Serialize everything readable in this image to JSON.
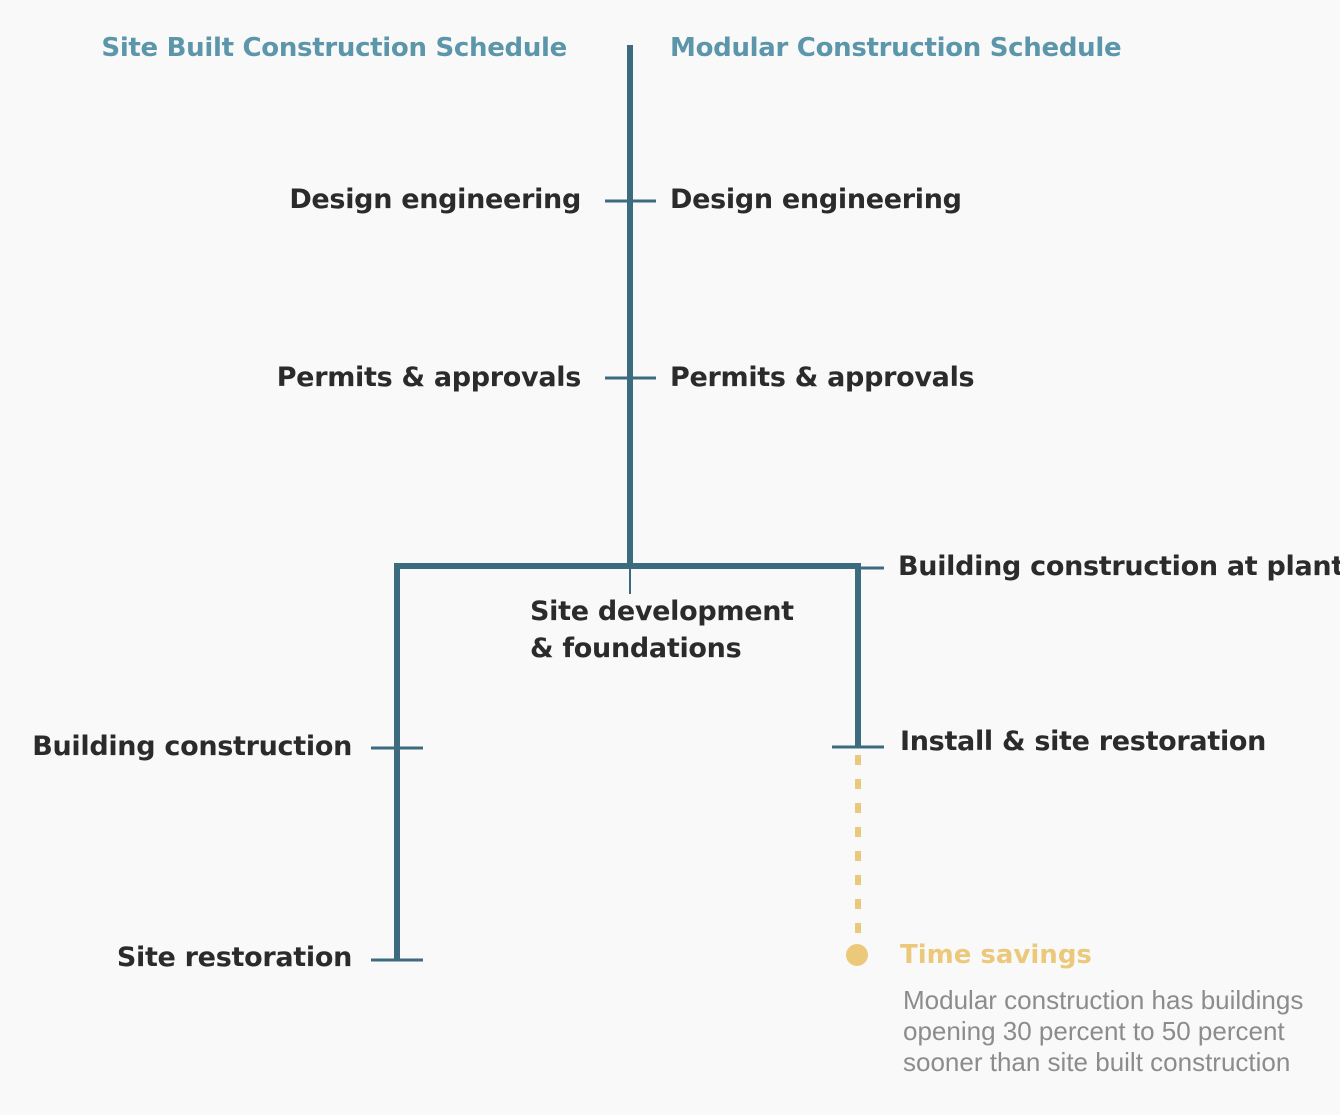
{
  "headers": {
    "site_built": "Site Built Construction Schedule",
    "modular": "Modular Construction Schedule"
  },
  "shared_steps": {
    "design_left": "Design engineering",
    "design_right": "Design engineering",
    "permits_left": "Permits & approvals",
    "permits_right": "Permits & approvals",
    "site_development_line1": "Site development",
    "site_development_line2": "& foundations"
  },
  "site_built_steps": {
    "building_construction": "Building construction",
    "site_restoration": "Site restoration"
  },
  "modular_steps": {
    "building_at_plant": "Building construction at plant",
    "install_restoration": "Install & site restoration"
  },
  "time_savings": {
    "title": "Time savings",
    "description": "Modular construction has buildings opening 30 percent to 50 percent sooner than site built construction"
  },
  "colors": {
    "line": "#3c6a7e",
    "header": "#5c96aa",
    "savings": "#ecc97a",
    "text": "#2b2b2b",
    "description": "#8c8c8c"
  }
}
